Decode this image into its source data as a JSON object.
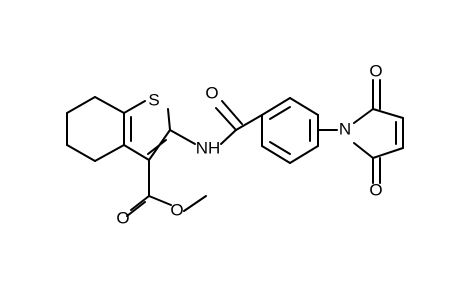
{
  "molecule": {
    "atoms": {
      "S": "S",
      "NH": "NH",
      "N": "N",
      "O_amide": "O",
      "O_ester_carbonyl": "O",
      "O_ester_link": "O",
      "O_imide_top": "O",
      "O_imide_bottom": "O"
    },
    "colors": {
      "bond": "#000000",
      "label": "#000000",
      "background": "#ffffff"
    }
  }
}
